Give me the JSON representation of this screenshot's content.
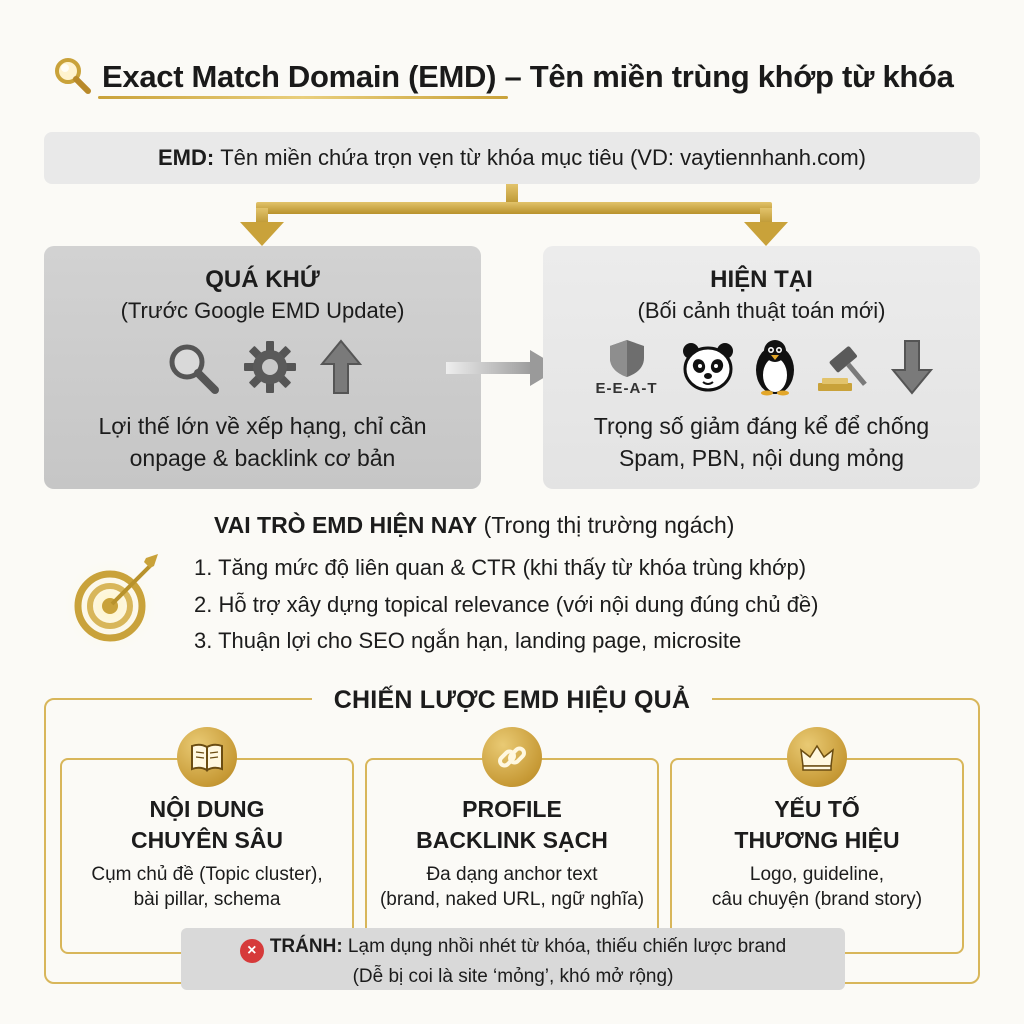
{
  "title": "Exact Match Domain (EMD) – Tên miền trùng khớp từ khóa",
  "definition": {
    "label": "EMD:",
    "text": "Tên miền chứa trọn vẹn từ khóa mục tiêu (VD: vaytiennhanh.com)"
  },
  "past": {
    "heading": "QUÁ KHỨ",
    "subheading": "(Trước Google EMD Update)",
    "icons": [
      "search-icon",
      "gear-icon",
      "arrow-up-icon"
    ],
    "body_line1": "Lợi thế lớn về xếp hạng, chỉ cần",
    "body_line2": "onpage & backlink cơ bản"
  },
  "present": {
    "heading": "HIỆN TẠI",
    "subheading": "(Bối cảnh thuật toán mới)",
    "icons": [
      "shield-icon",
      "panda-icon",
      "penguin-icon",
      "gavel-icon",
      "arrow-down-icon"
    ],
    "eeat_label": "E-E-A-T",
    "body_line1": "Trọng số giảm đáng kể để chống",
    "body_line2": "Spam, PBN, nội dung mỏng"
  },
  "role": {
    "title_bold": "VAI TRÒ EMD HIỆN NAY",
    "title_rest": " (Trong thị trường ngách)",
    "items": [
      "1. Tăng mức độ liên quan & CTR (khi thấy từ khóa trùng khớp)",
      "2. Hỗ trợ xây dựng topical relevance (với nội dung đúng chủ đề)",
      "3. Thuận lợi cho SEO ngắn hạn, landing page, microsite"
    ]
  },
  "strategy": {
    "title": "CHIẾN LƯỢC EMD HIỆU QUẢ",
    "cards": [
      {
        "icon": "book-icon",
        "title_line1": "NỘI DUNG",
        "title_line2": "CHUYÊN SÂU",
        "desc_line1": "Cụm chủ đề (Topic cluster),",
        "desc_line2": "bài pillar, schema"
      },
      {
        "icon": "link-icon",
        "title_line1": "PROFILE",
        "title_line2": "BACKLINK SẠCH",
        "desc_line1": "Đa dạng anchor text",
        "desc_line2": "(brand, naked URL, ngữ nghĩa)"
      },
      {
        "icon": "crown-icon",
        "title_line1": "YẾU TỐ",
        "title_line2": "THƯƠNG HIỆU",
        "desc_line1": "Logo, guideline,",
        "desc_line2": "câu chuyện (brand story)"
      }
    ]
  },
  "warning": {
    "label": "TRÁNH:",
    "line1": " Lạm dụng nhồi nhét từ khóa, thiếu chiến lược brand",
    "line2": "(Dễ bị coi là site ‘mỏng’, khó mở rộng)"
  },
  "colors": {
    "gold": "#c9a23a",
    "panel_past": "#c9c9c9",
    "panel_present": "#e6e6e6",
    "warning_red": "#d63a3a"
  }
}
